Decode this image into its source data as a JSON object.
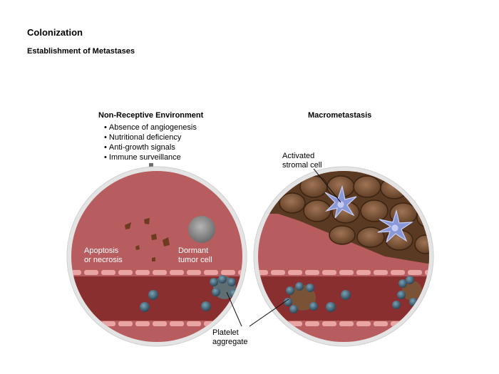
{
  "header": {
    "title": "Colonization",
    "subtitle": "Establishment of Metastases"
  },
  "left_panel": {
    "title": "Non-Receptive Environment",
    "bullets": [
      "Absence of angiogenesis",
      "Nutritional deficiency",
      "Anti-growth signals",
      "Immune surveillance"
    ],
    "apoptosis_line1": "Apoptosis",
    "apoptosis_line2": "or necrosis",
    "dormant_line1": "Dormant",
    "dormant_line2": "tumor cell"
  },
  "right_panel": {
    "title": "Macrometastasis",
    "stromal_line1": "Activated",
    "stromal_line2": "stromal cell"
  },
  "shared": {
    "platelet_line1": "Platelet",
    "platelet_line2": "aggregate"
  },
  "colors": {
    "tissue": "#b85d5f",
    "vessel": "#8a2f30",
    "ring": "#dcdcdc",
    "endothelium": "#e8a5a3",
    "tumor_cell": "#7a5236",
    "stromal_cell": "#8a98d8",
    "blood_cell": "#3c5a6c"
  }
}
